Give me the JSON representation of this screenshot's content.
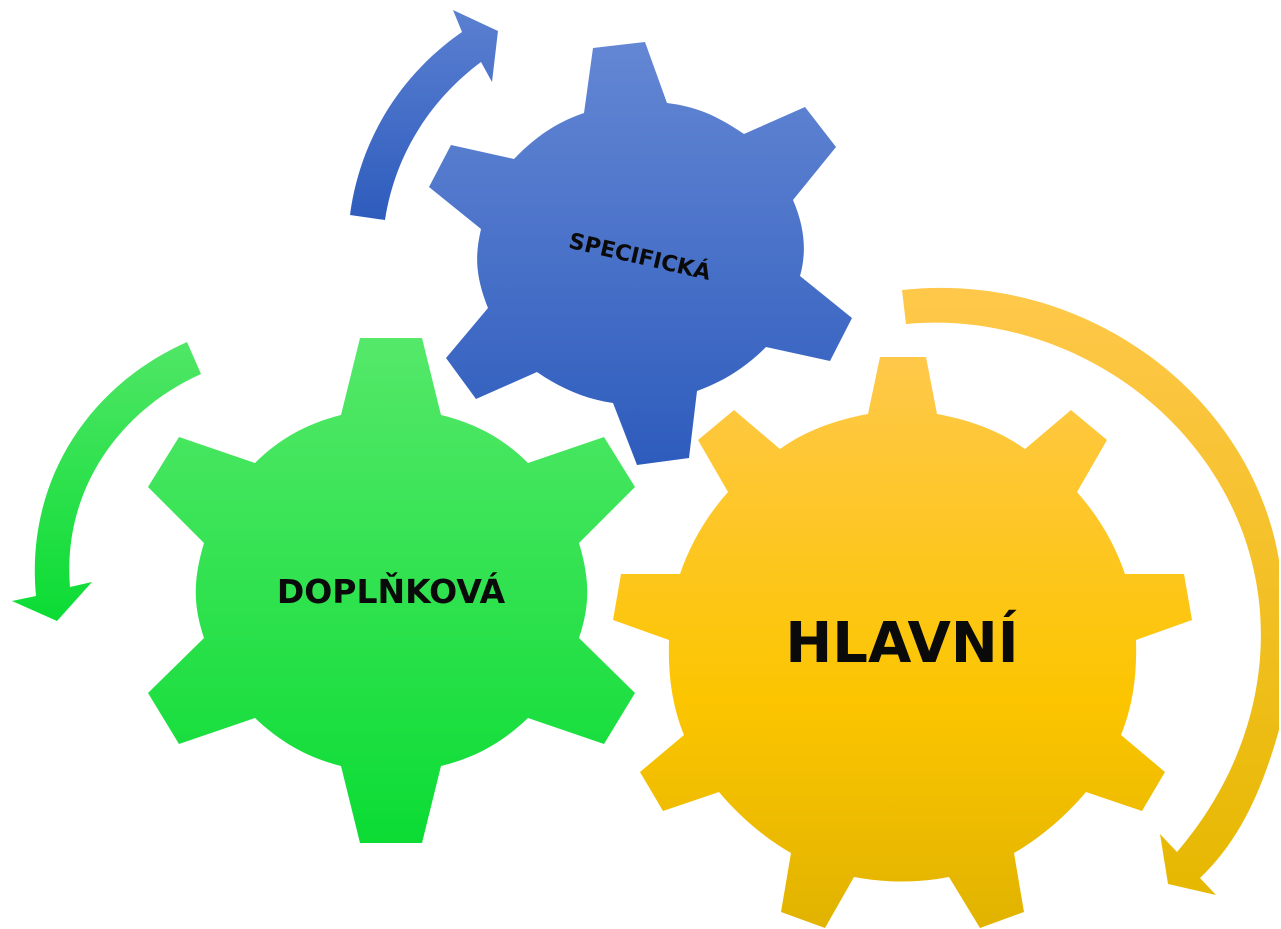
{
  "gears": [
    {
      "label": "SPECIFICKÁ",
      "color_top": "#6487d4",
      "color_bottom": "#2e5cbd"
    },
    {
      "label": "DOPLŇKOVÁ",
      "color_top": "#55e86a",
      "color_bottom": "#0bdc34"
    },
    {
      "label": "HLAVNÍ",
      "color_top": "#ffc84a",
      "color_bottom": "#e1b300"
    }
  ],
  "arrows": [
    {
      "color": "#3e66c7",
      "direction": "clockwise"
    },
    {
      "color": "#1ee346",
      "direction": "counter-clockwise"
    },
    {
      "color": "#fbc52e",
      "direction": "clockwise"
    }
  ]
}
